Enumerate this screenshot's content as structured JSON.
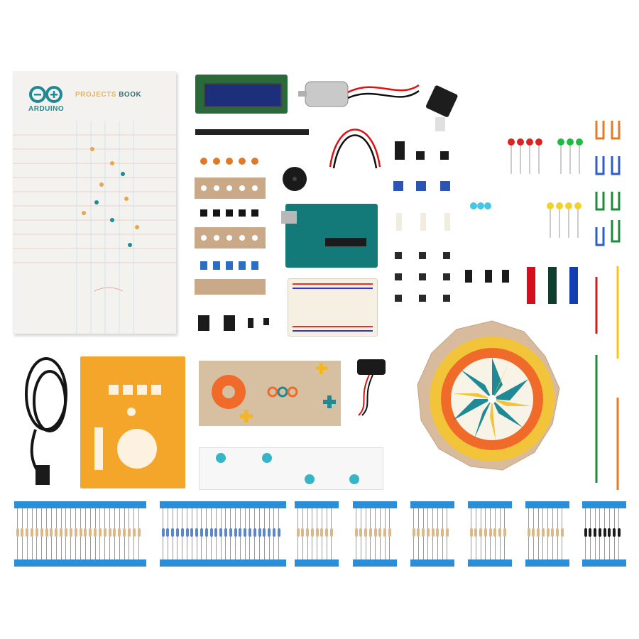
{
  "book": {
    "brand": "ARDUINO",
    "title_part1": "PROJECTS",
    "title_part2": "BOOK"
  },
  "colors": {
    "arduino_teal": "#1f8a96",
    "board_teal": "#137a79",
    "panel_orange": "#f4a62a",
    "tape_blue": "#2a8fd8",
    "cardboard": "#d7bfa2"
  },
  "objects": [
    "projects-book",
    "lcd-display",
    "dc-motor",
    "servo-motor",
    "arduino-uno-board",
    "breadboard",
    "piezo-buzzer",
    "usb-cable",
    "battery-snap",
    "orange-acrylic-panel",
    "cardboard-color-wheel",
    "resistor-strips",
    "leds",
    "jumper-wires"
  ]
}
